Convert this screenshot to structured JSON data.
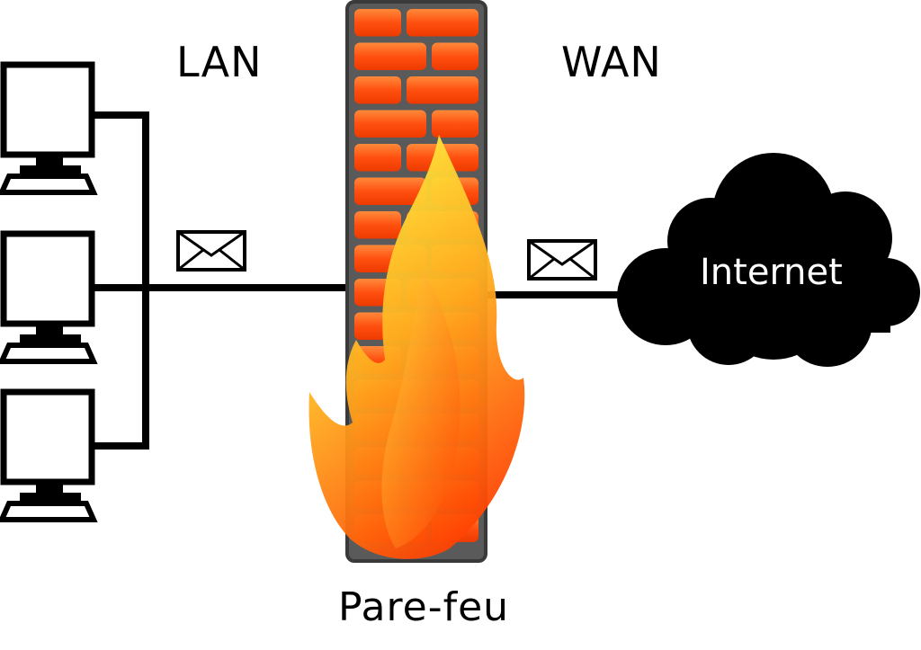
{
  "labels": {
    "lan": "LAN",
    "wan": "WAN",
    "firewall": "Pare-feu",
    "internet": "Internet"
  },
  "nodes": {
    "computers": [
      "computer",
      "computer",
      "computer"
    ],
    "wall": "brick-wall-icon",
    "flame": "flame-icon",
    "cloud": "cloud-icon",
    "messages": [
      "envelope-icon",
      "envelope-icon"
    ]
  },
  "colors": {
    "line": "#000000",
    "brick": "#ff4a00",
    "brick_highlight": "#ff8a40",
    "mortar": "#5a5a5a",
    "flame_outer": "#ff3a00",
    "flame_inner": "#ffee40",
    "cloud": "#000000",
    "cloud_text": "#ffffff"
  }
}
